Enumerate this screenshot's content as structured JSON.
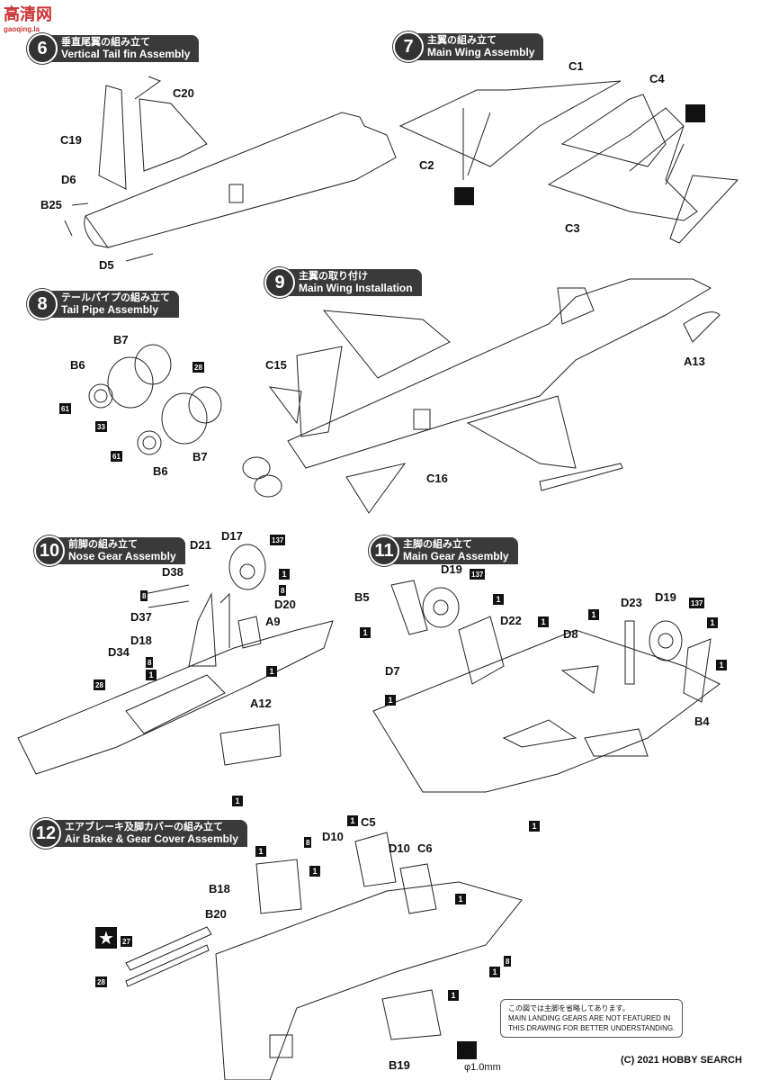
{
  "watermark": {
    "text": "高清网",
    "sub": "gaoqing.la"
  },
  "sections": [
    {
      "number": "6",
      "jp": "垂直尾翼の組み立て",
      "en": "Vertical Tail fin Assembly"
    },
    {
      "number": "7",
      "jp": "主翼の組み立て",
      "en": "Main Wing Assembly"
    },
    {
      "number": "8",
      "jp": "テールパイプの組み立て",
      "en": "Tail Pipe Assembly"
    },
    {
      "number": "9",
      "jp": "主翼の取り付け",
      "en": "Main Wing Installation"
    },
    {
      "number": "10",
      "jp": "前脚の組み立て",
      "en": "Nose Gear Assembly"
    },
    {
      "number": "11",
      "jp": "主脚の組み立て",
      "en": "Main Gear Assembly"
    },
    {
      "number": "12",
      "jp": "エアブレーキ及脚カバーの組み立て",
      "en": "Air Brake & Gear Cover Assembly"
    }
  ],
  "labels": {
    "C20": "C20",
    "C19": "C19",
    "D6": "D6",
    "B25": "B25",
    "D5": "D5",
    "C1": "C1",
    "C4": "C4",
    "C2": "C2",
    "C3": "C3",
    "B7a": "B7",
    "B6a": "B6",
    "B7b": "B7",
    "B6b": "B6",
    "n28": "28",
    "n33": "33",
    "n61a": "61",
    "n61b": "61",
    "C15": "C15",
    "A13": "A13",
    "C16": "C16",
    "D21": "D21",
    "D17": "D17",
    "D38": "D38",
    "D20": "D20",
    "D37": "D37",
    "A9": "A9",
    "D18": "D18",
    "D34": "D34",
    "A12": "A12",
    "D19a": "D19",
    "B5": "B5",
    "D22": "D22",
    "D23": "D23",
    "D19b": "D19",
    "D8": "D8",
    "D7": "D7",
    "B4": "B4",
    "C5": "C5",
    "D10a": "D10",
    "D10b": "D10",
    "C6": "C6",
    "B18": "B18",
    "B20": "B20",
    "B19": "B19",
    "n27": "27",
    "n28b": "28",
    "drill": "φ1.0mm"
  },
  "paint_codes": {
    "p1": "1",
    "p8": "8",
    "p28": "28",
    "p61": "61",
    "p137": "137"
  },
  "note": {
    "jp": "この図では主脚を省略してあります。",
    "en1": "MAIN LANDING GEARS ARE NOT FEATURED IN",
    "en2": "THIS DRAWING FOR BETTER UNDERSTANDING."
  },
  "footer": {
    "logo": "HOBBY SEARCH",
    "copy": "(C) 2021"
  }
}
